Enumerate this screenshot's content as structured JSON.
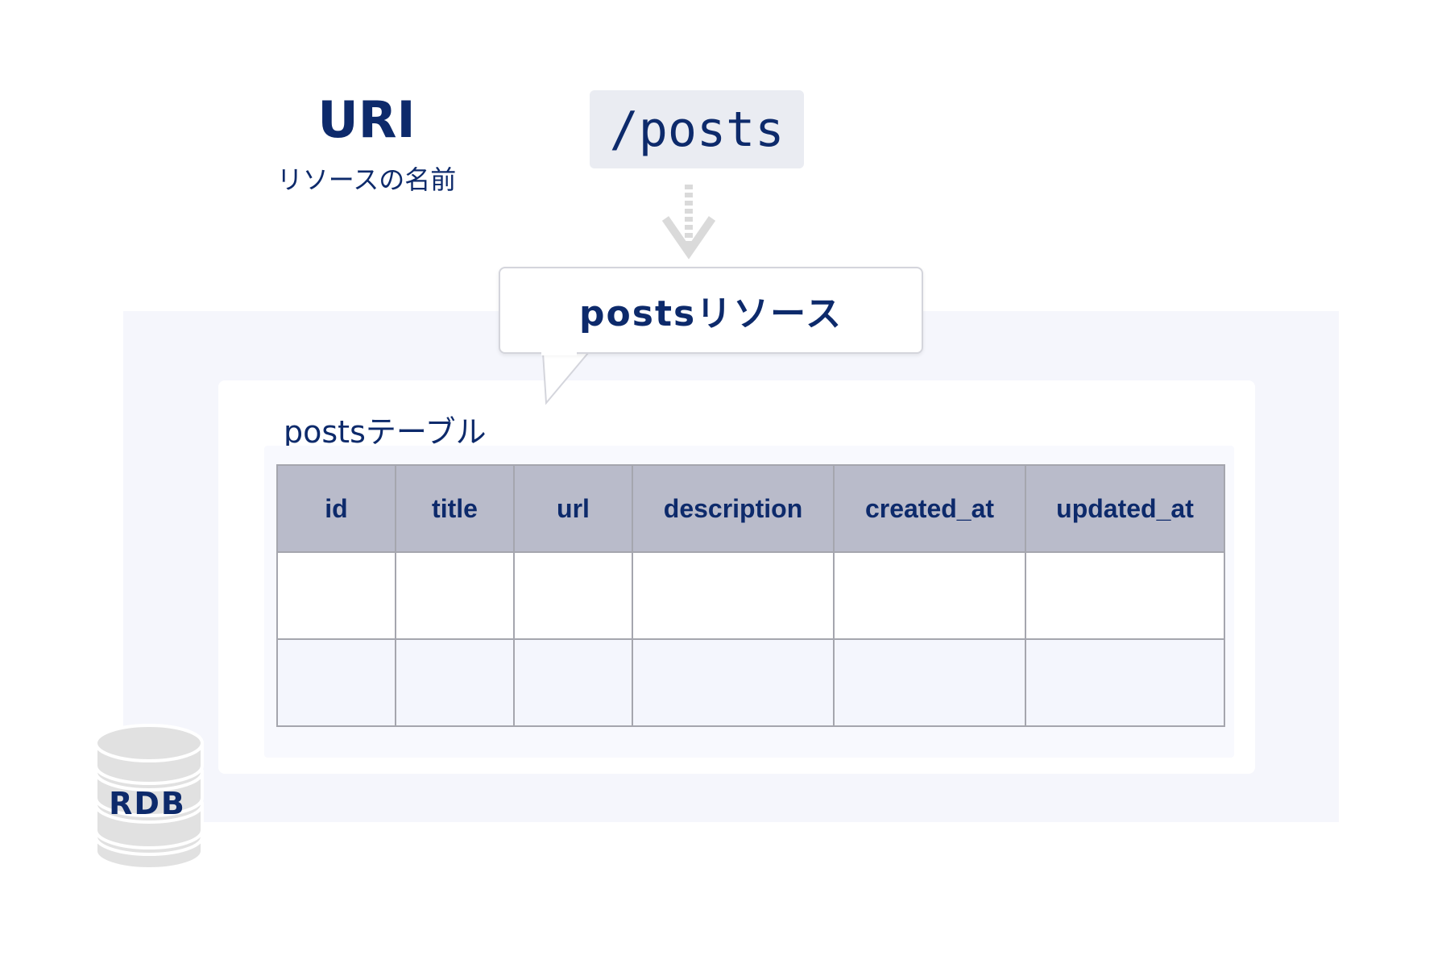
{
  "uri": {
    "title": "URI",
    "subtitle": "リソースの名前"
  },
  "path": {
    "text": "/posts"
  },
  "callout": {
    "text": "postsリソース"
  },
  "table": {
    "title": "postsテーブル",
    "columns": [
      "id",
      "title",
      "url",
      "description",
      "created_at",
      "updated_at"
    ],
    "rows": [
      [
        "",
        "",
        "",
        "",
        "",
        ""
      ],
      [
        "",
        "",
        "",
        "",
        "",
        ""
      ]
    ]
  },
  "database": {
    "label": "RDB",
    "icon": "database-icon"
  },
  "colors": {
    "text": "#0d2a6b",
    "header_fill": "#b9bbca",
    "panel_fill": "#f5f6fc",
    "path_fill": "#eaecf2",
    "arrow": "#dadada"
  }
}
